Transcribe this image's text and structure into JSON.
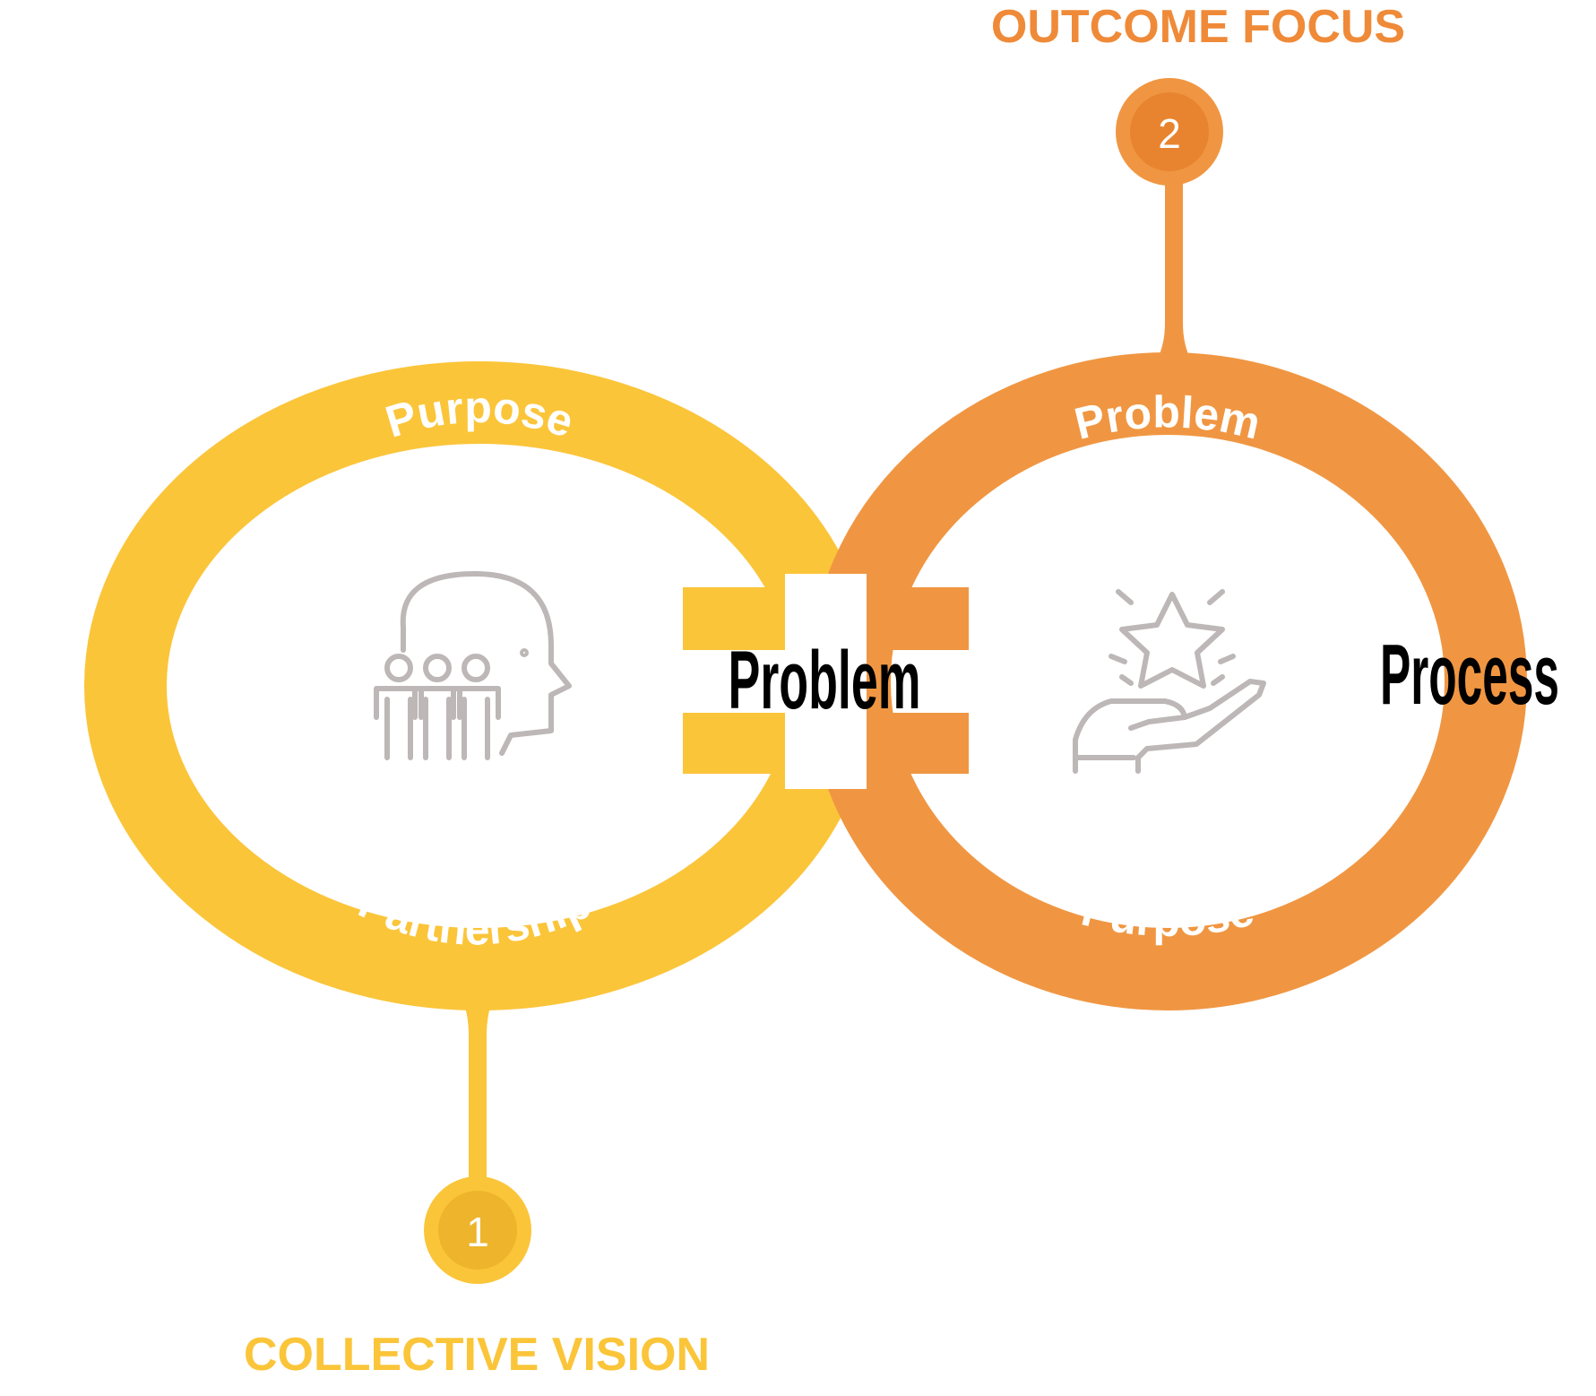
{
  "colors": {
    "yellow": "#FBC53A",
    "yellow_dark": "#EDB42C",
    "orange": "#F09642",
    "orange_dark": "#E8842F",
    "label_text": "#FFFFFF",
    "heading_yellow": "#FBC53A",
    "heading_orange": "#EF8A38",
    "icon_stroke": "#BDB7B7",
    "word_art": "#000000"
  },
  "stages": [
    {
      "number": "1",
      "heading": "COLLECTIVE VISION",
      "ring_top_label": "Purpose",
      "ring_bottom_label": "Partnership",
      "icon": "team-thinking-icon"
    },
    {
      "number": "2",
      "heading": "OUTCOME FOCUS",
      "ring_top_label": "Problem",
      "ring_bottom_label": "Purpose",
      "icon": "hand-star-icon"
    }
  ],
  "connector_word": "Problem",
  "right_word": "Process"
}
